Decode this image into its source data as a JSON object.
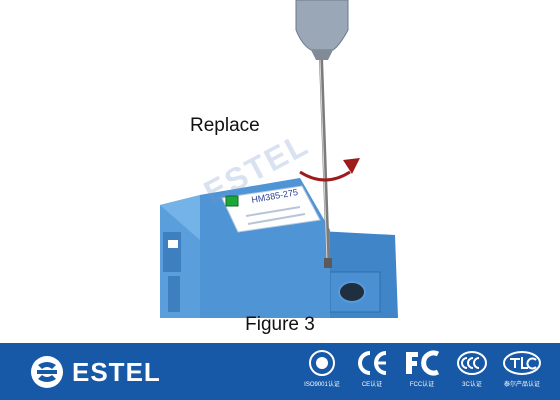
{
  "figure": {
    "action_label": "Replace",
    "caption": "Figure 3",
    "device_label": "HM385-275",
    "watermark": "ESTEL"
  },
  "footer": {
    "brand": "ESTEL",
    "certifications": [
      {
        "icon": "iso9001-seal-icon",
        "caption": "ISO9001认证"
      },
      {
        "icon": "ce-mark-icon",
        "caption": "CE认证"
      },
      {
        "icon": "fcc-mark-icon",
        "caption": "FCC认证"
      },
      {
        "icon": "ccc-mark-icon",
        "caption": "3C认证"
      },
      {
        "icon": "tlc-mark-icon",
        "caption": "泰尔产品认证"
      }
    ]
  },
  "colors": {
    "footer_bg": "#1759a6",
    "device_blue": "#4f95d6",
    "arrow_red": "#9e1b1b"
  }
}
